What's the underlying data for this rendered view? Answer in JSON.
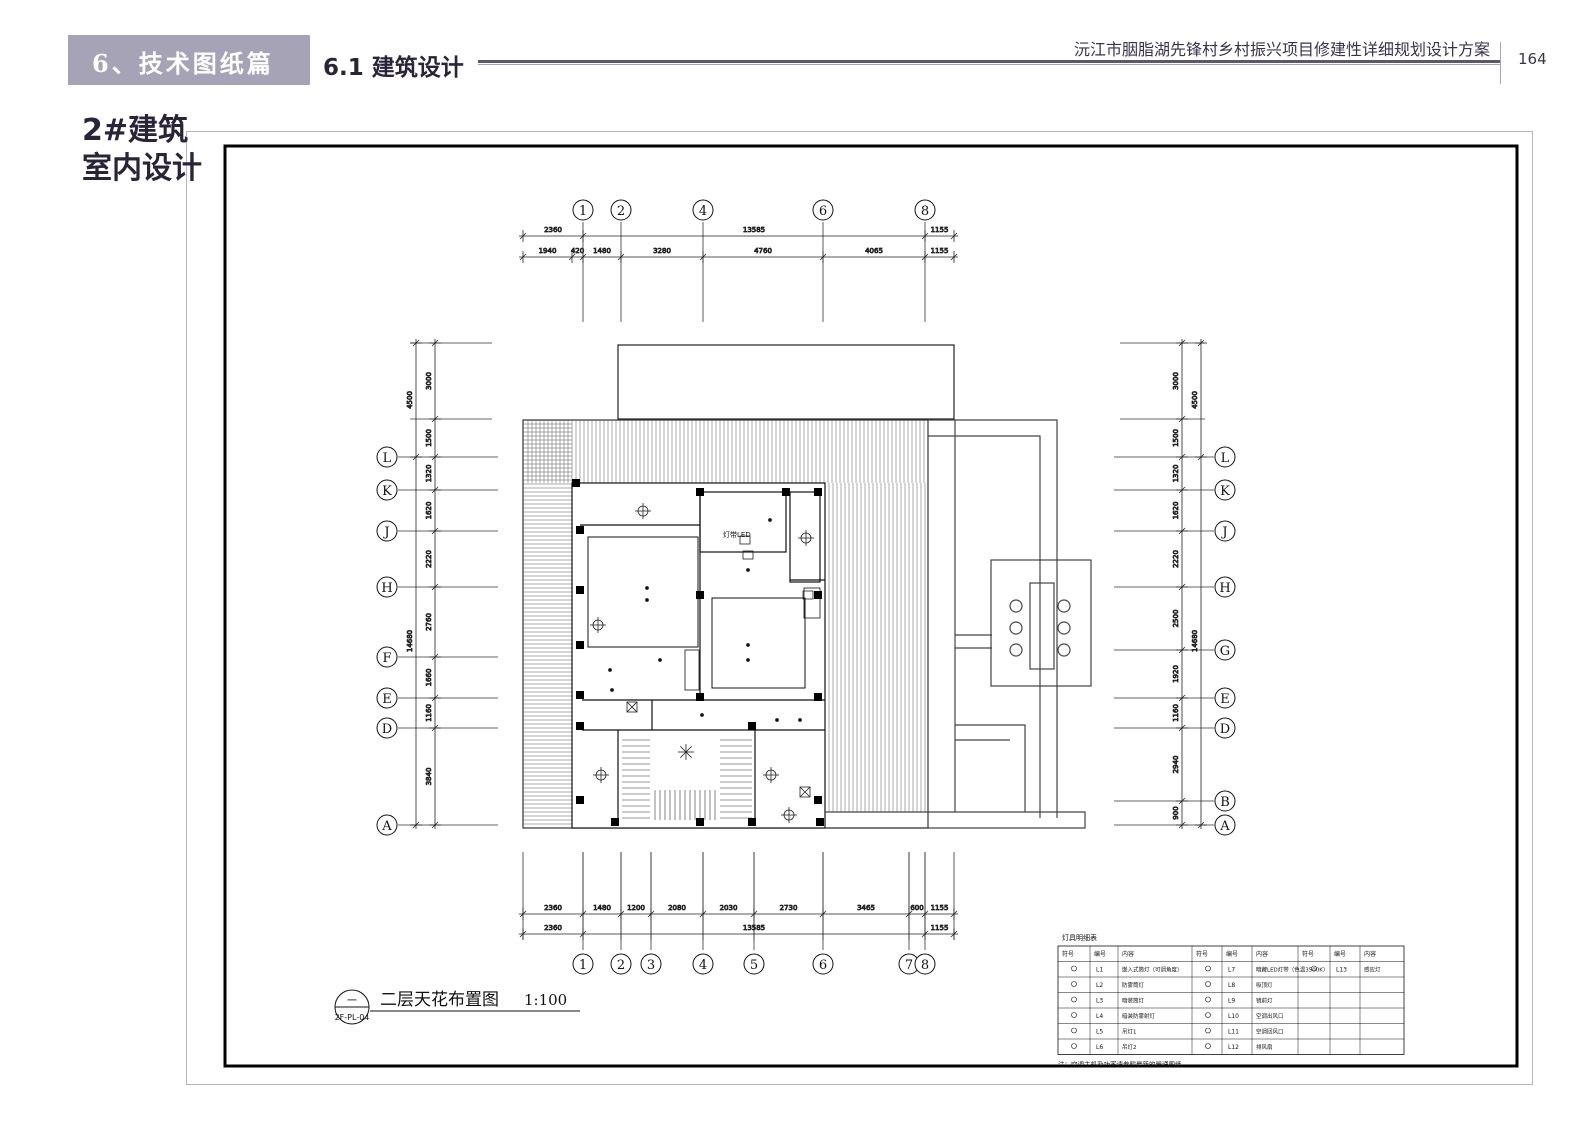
{
  "header": {
    "chapter_label": "6、技术图纸篇",
    "section_label": "6.1 建筑设计",
    "project_title": "沅江市胭脂湖先锋村乡村振兴项目修建性详细规划设计方案",
    "page_number": "164"
  },
  "page_label": {
    "line1": "2#建筑",
    "line2": "室内设计"
  },
  "drawing": {
    "title": "二层天花布置图",
    "scale": "1:100",
    "symbol_top": "一",
    "symbol_bottom": "2F-PL-04",
    "axes_top": [
      "1",
      "2",
      "4",
      "6",
      "8"
    ],
    "axes_bottom": [
      "1",
      "2",
      "3",
      "4",
      "5",
      "6",
      "7",
      "8"
    ],
    "axes_left": [
      "L",
      "K",
      "J",
      "H",
      "F",
      "E",
      "D",
      "A"
    ],
    "axes_right": [
      "L",
      "K",
      "J",
      "H",
      "G",
      "E",
      "D",
      "B",
      "A"
    ],
    "dims_top_total": "13585",
    "dims_top_ends": [
      "2360",
      "1155"
    ],
    "dims_top_detail": [
      "1940",
      "420",
      "1480",
      "3280",
      "4760",
      "4065",
      "1155"
    ],
    "dims_bottom_detail": [
      "2360",
      "1480",
      "1200",
      "2080",
      "2030",
      "2730",
      "3465",
      "600",
      "1155"
    ],
    "dims_bottom_total": "13585",
    "dims_bottom_ends": [
      "2360",
      "1155"
    ],
    "dims_left_outer": [
      "4500",
      "14680"
    ],
    "dims_left_inner": [
      "3000",
      "1500",
      "1320",
      "1620",
      "2220",
      "2760",
      "1660",
      "1160",
      "3840"
    ],
    "dims_right_outer": [
      "4500",
      "14680"
    ],
    "dims_right_inner": [
      "3000",
      "1500",
      "1320",
      "1620",
      "2220",
      "2500",
      "1920",
      "1160",
      "2940",
      "900"
    ],
    "room_label": "灯带LED"
  },
  "legend": {
    "title": "灯具明细表",
    "headers": [
      "符号",
      "编号",
      "内容"
    ],
    "rows": [
      [
        {
          "code": "L1",
          "text": "嵌入式筒灯（可调角度）"
        },
        {
          "code": "L7",
          "text": "暗藏LED灯带（色温3500K）"
        },
        {
          "code": "L13",
          "text": "感应灯"
        }
      ],
      [
        {
          "code": "L2",
          "text": "防雾筒灯"
        },
        {
          "code": "L8",
          "text": "吸顶灯"
        },
        null
      ],
      [
        {
          "code": "L3",
          "text": "暗装筒灯"
        },
        {
          "code": "L9",
          "text": "镜前灯"
        },
        null
      ],
      [
        {
          "code": "L4",
          "text": "暗装防雾射灯"
        },
        {
          "code": "L10",
          "text": "空调出风口"
        },
        null
      ],
      [
        {
          "code": "L5",
          "text": "吊灯1"
        },
        {
          "code": "L11",
          "text": "空调回风口"
        },
        null
      ],
      [
        {
          "code": "L6",
          "text": "吊灯2"
        },
        {
          "code": "L12",
          "text": "排风扇"
        },
        null
      ]
    ],
    "note": "注：空调主机及功率请参照最新的暖通图纸"
  },
  "colors": {
    "chip_bg": "#a7a3b6",
    "header_line": "#5d5670",
    "title_text": "#2a2438"
  }
}
